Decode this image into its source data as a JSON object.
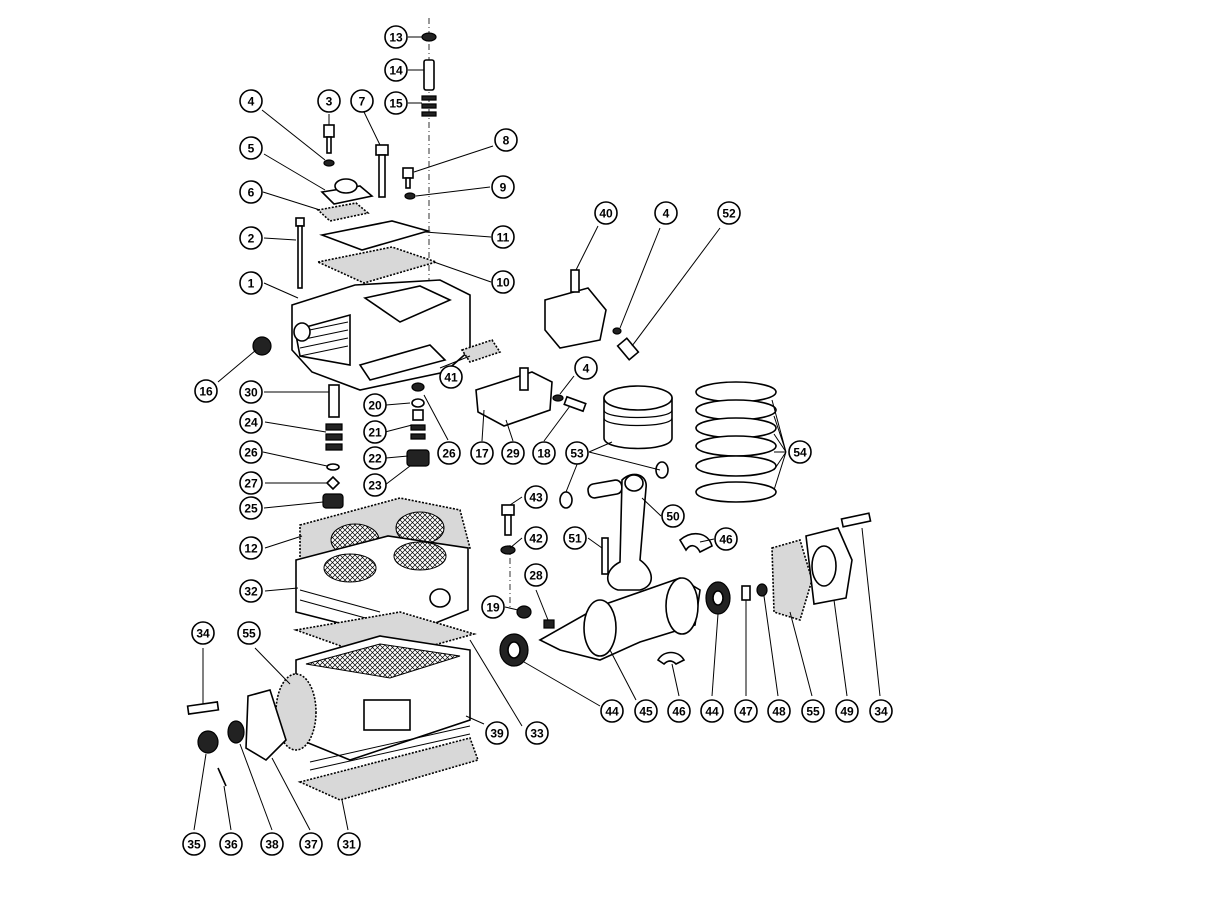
{
  "diagram": {
    "callouts": [
      {
        "label": "13"
      },
      {
        "label": "14"
      },
      {
        "label": "15"
      },
      {
        "label": "4"
      },
      {
        "label": "3"
      },
      {
        "label": "7"
      },
      {
        "label": "8"
      },
      {
        "label": "5"
      },
      {
        "label": "9"
      },
      {
        "label": "6"
      },
      {
        "label": "11"
      },
      {
        "label": "2"
      },
      {
        "label": "10"
      },
      {
        "label": "1"
      },
      {
        "label": "40"
      },
      {
        "label": "4"
      },
      {
        "label": "52"
      },
      {
        "label": "16"
      },
      {
        "label": "41"
      },
      {
        "label": "30"
      },
      {
        "label": "20"
      },
      {
        "label": "4"
      },
      {
        "label": "21"
      },
      {
        "label": "24"
      },
      {
        "label": "54"
      },
      {
        "label": "26"
      },
      {
        "label": "22"
      },
      {
        "label": "26"
      },
      {
        "label": "17"
      },
      {
        "label": "29"
      },
      {
        "label": "18"
      },
      {
        "label": "53"
      },
      {
        "label": "27"
      },
      {
        "label": "23"
      },
      {
        "label": "25"
      },
      {
        "label": "43"
      },
      {
        "label": "50"
      },
      {
        "label": "12"
      },
      {
        "label": "42"
      },
      {
        "label": "51"
      },
      {
        "label": "46"
      },
      {
        "label": "28"
      },
      {
        "label": "32"
      },
      {
        "label": "19"
      },
      {
        "label": "34"
      },
      {
        "label": "55"
      },
      {
        "label": "44"
      },
      {
        "label": "45"
      },
      {
        "label": "46"
      },
      {
        "label": "44"
      },
      {
        "label": "47"
      },
      {
        "label": "48"
      },
      {
        "label": "55"
      },
      {
        "label": "49"
      },
      {
        "label": "34"
      },
      {
        "label": "39"
      },
      {
        "label": "33"
      },
      {
        "label": "35"
      },
      {
        "label": "36"
      },
      {
        "label": "38"
      },
      {
        "label": "37"
      },
      {
        "label": "31"
      }
    ]
  }
}
